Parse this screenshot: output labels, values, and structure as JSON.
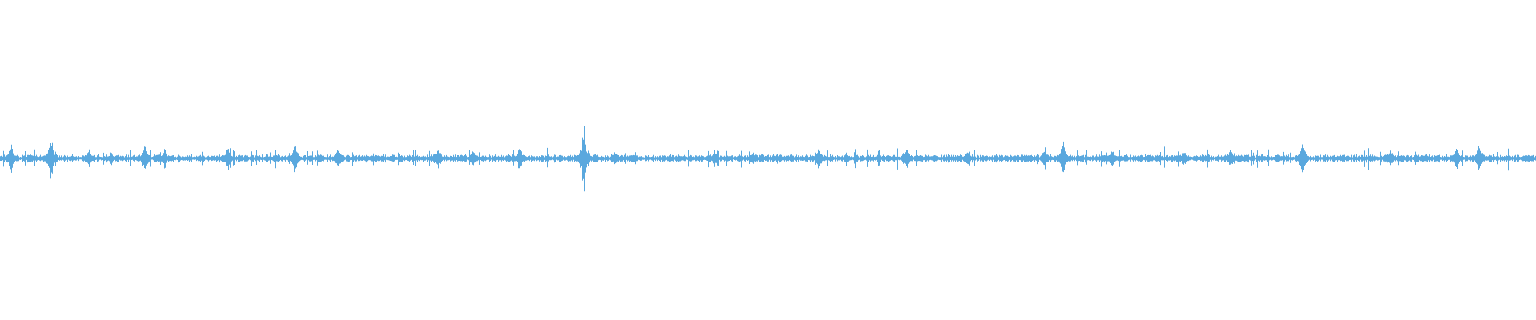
{
  "waveform": {
    "color": "#5aa8de",
    "background": "#ffffff",
    "peak_events": [
      {
        "t": 0.007,
        "amp": 0.45
      },
      {
        "t": 0.033,
        "amp": 0.72
      },
      {
        "t": 0.058,
        "amp": 0.28
      },
      {
        "t": 0.072,
        "amp": 0.22
      },
      {
        "t": 0.094,
        "amp": 0.42
      },
      {
        "t": 0.107,
        "amp": 0.3
      },
      {
        "t": 0.148,
        "amp": 0.4
      },
      {
        "t": 0.192,
        "amp": 0.48
      },
      {
        "t": 0.22,
        "amp": 0.35
      },
      {
        "t": 0.285,
        "amp": 0.42
      },
      {
        "t": 0.308,
        "amp": 0.3
      },
      {
        "t": 0.338,
        "amp": 0.38
      },
      {
        "t": 0.38,
        "amp": 1.0
      },
      {
        "t": 0.4,
        "amp": 0.22
      },
      {
        "t": 0.465,
        "amp": 0.28
      },
      {
        "t": 0.49,
        "amp": 0.25
      },
      {
        "t": 0.533,
        "amp": 0.35
      },
      {
        "t": 0.59,
        "amp": 0.42
      },
      {
        "t": 0.63,
        "amp": 0.25
      },
      {
        "t": 0.68,
        "amp": 0.35
      },
      {
        "t": 0.692,
        "amp": 0.55
      },
      {
        "t": 0.724,
        "amp": 0.3
      },
      {
        "t": 0.77,
        "amp": 0.25
      },
      {
        "t": 0.801,
        "amp": 0.28
      },
      {
        "t": 0.848,
        "amp": 0.55
      },
      {
        "t": 0.905,
        "amp": 0.3
      },
      {
        "t": 0.948,
        "amp": 0.35
      },
      {
        "t": 0.963,
        "amp": 0.45
      }
    ],
    "baseline_amp": 0.07,
    "seed": 7
  }
}
